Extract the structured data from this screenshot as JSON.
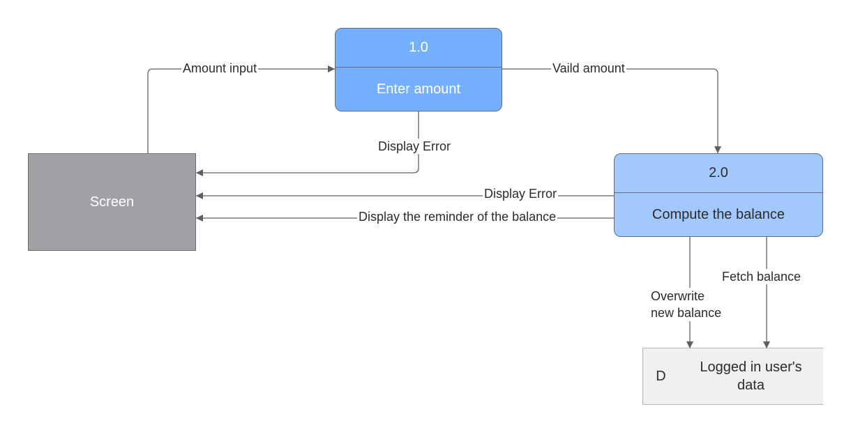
{
  "processes": {
    "p1": {
      "id": "1.0",
      "name": "Enter amount"
    },
    "p2": {
      "id": "2.0",
      "name": "Compute the balance"
    }
  },
  "external_entity": {
    "name": "Screen"
  },
  "data_store": {
    "id": "D",
    "name": "Logged in user's\ndata"
  },
  "flows": {
    "amount_input": "Amount input",
    "valid_amount": "Vaild amount",
    "display_error_1": "Display Error",
    "display_error_2": "Display Error",
    "display_remainder": "Display the reminder of the balance",
    "overwrite_balance": "Overwrite\nnew balance",
    "fetch_balance": "Fetch balance"
  },
  "colors": {
    "process_1_fill": "#75b0ff",
    "process_2_fill": "#a2c8fd",
    "entity_fill": "#a2a2a6",
    "store_fill": "#eff0f0",
    "line": "#5f5f5f"
  }
}
